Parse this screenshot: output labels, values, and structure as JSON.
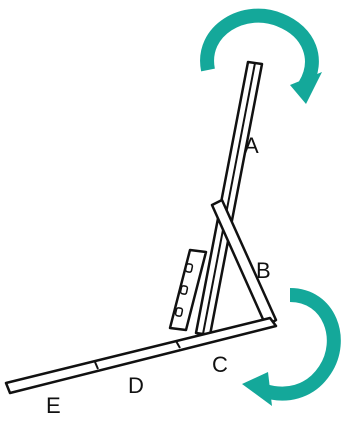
{
  "labels": {
    "a": "A",
    "b": "B",
    "c": "C",
    "d": "D",
    "e": "E"
  },
  "colors": {
    "stroke": "#111111",
    "arrow": "#14a89a",
    "fill": "#ffffff"
  },
  "icons": {
    "top_arrow": "rotate-clockwise-icon",
    "bottom_arrow": "rotate-clockwise-icon"
  }
}
